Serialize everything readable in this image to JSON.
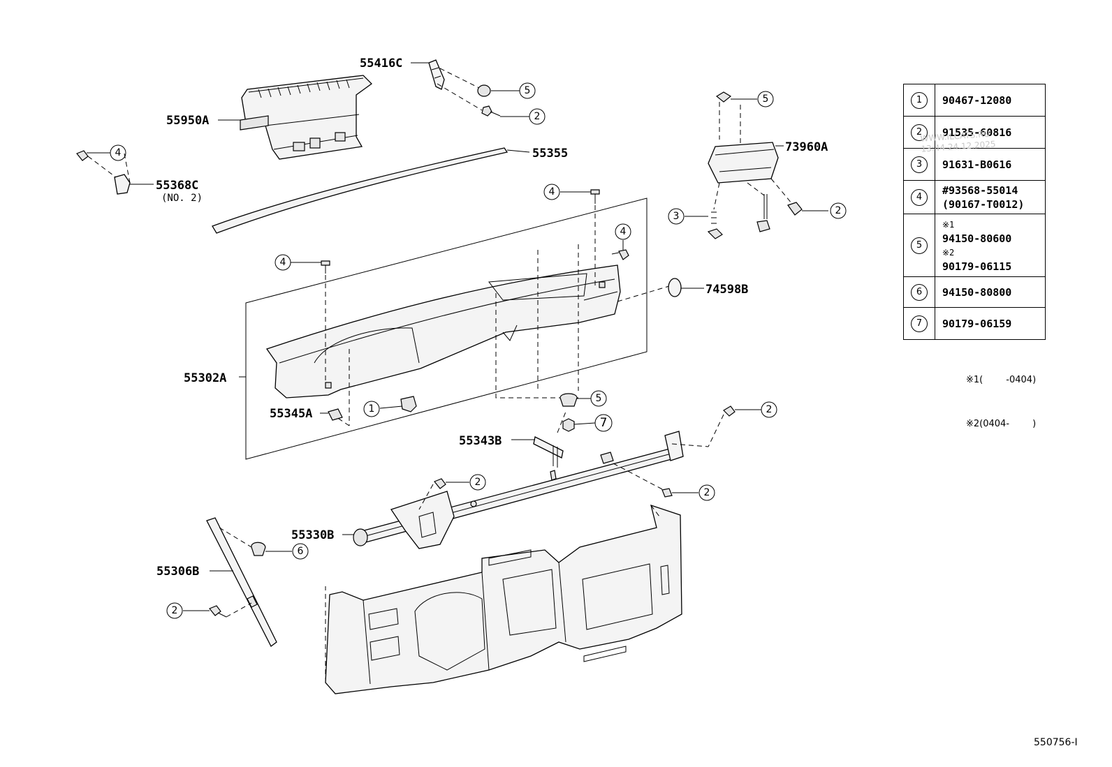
{
  "part_labels": {
    "p55416C": "55416C",
    "p55950A": "55950A",
    "p55355": "55355",
    "p55368C": "55368C",
    "p55368C_note": "(NO. 2)",
    "p73960A": "73960A",
    "p74598B": "74598B",
    "p55302A": "55302A",
    "p55345A": "55345A",
    "p55343B": "55343B",
    "p55330B": "55330B",
    "p55306B": "55306B"
  },
  "reference_table": {
    "rows": [
      {
        "num": "1",
        "parts": [
          "90467-12080"
        ]
      },
      {
        "num": "2",
        "parts": [
          "91535-60816"
        ]
      },
      {
        "num": "3",
        "parts": [
          "91631-B0616"
        ]
      },
      {
        "num": "4",
        "parts": [
          "#93568-55014",
          "(90167-T0012)"
        ]
      },
      {
        "num": "5",
        "parts": [
          "※1",
          "94150-80600",
          "※2",
          "90179-06115"
        ]
      },
      {
        "num": "6",
        "parts": [
          "94150-80800"
        ]
      },
      {
        "num": "7",
        "parts": [
          "90179-06159"
        ]
      }
    ]
  },
  "notes": {
    "n1": "※1(        -0404)",
    "n2": "※2(0404-        )"
  },
  "watermark": {
    "line1": "WWW.ILCATS.RU",
    "line2": "13:44 24.12.2025"
  },
  "drawing_code": "550756-I"
}
